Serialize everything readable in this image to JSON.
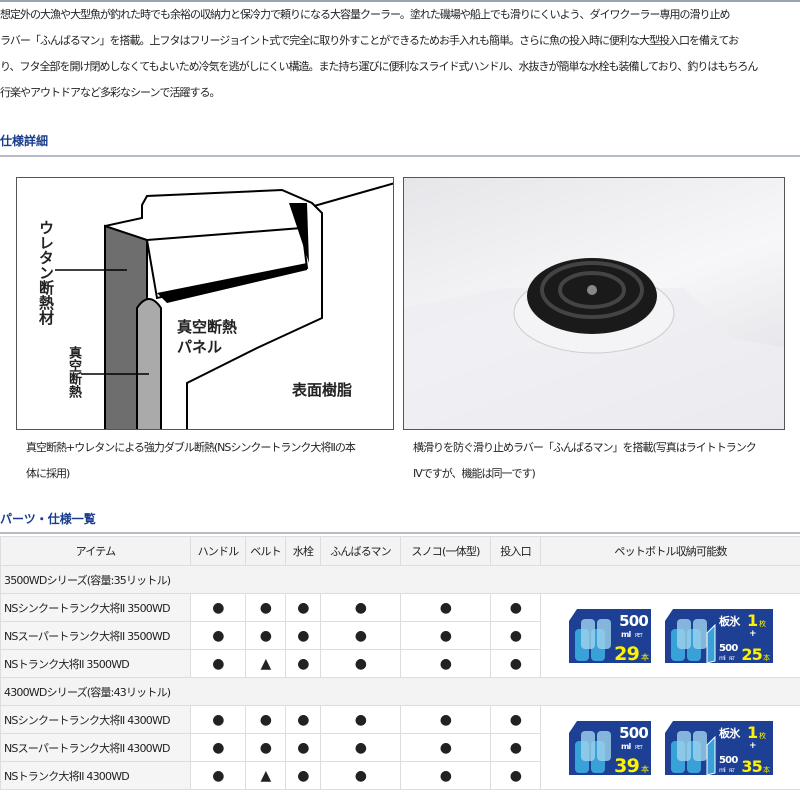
{
  "intro": [
    "想定外の大漁や大型魚が釣れた時でも余裕の収納力と保冷力で頼りになる大容量クーラー。塗れた磯場や船上でも滑りにくいよう、ダイワクーラー専用の滑り止め",
    "ラバー「ふんばるマン」を搭載。上フタはフリージョイント式で完全に取り外すことができるためお手入れも簡単。さらに魚の投入時に便利な大型投入口を備えてお",
    "り、フタ全部を開け閉めしなくてもよいため冷気を逃がしにくい構造。また持ち運びに便利なスライド式ハンドル、水抜きが簡単な水栓も装備しており、釣りはもちろん",
    "行楽やアウトドアなど多彩なシーンで活躍する。"
  ],
  "spec_heading": "仕様詳細",
  "figure_left": {
    "labels": {
      "urethane": "ウレタン断熱材",
      "vacuum": "真空断熱",
      "panel1": "真空断熱",
      "panel2": "パネル",
      "surface": "表面樹脂"
    },
    "caption": [
      "真空断熱+ウレタンによる強力ダブル断熱(NSシンクートランク大将IIの本",
      "体に採用)"
    ]
  },
  "figure_right": {
    "caption": [
      "横滑りを防ぐ滑り止めラバー「ふんばるマン」を搭載(写真はライトトランク",
      "IVですが、機能は同一です)"
    ]
  },
  "parts_heading": "パーツ・仕様一覧",
  "table": {
    "headers": [
      "アイテム",
      "ハンドル",
      "ベルト",
      "水栓",
      "ふんばるマン",
      "スノコ(一体型)",
      "投入口",
      "ペットボトル収納可能数"
    ],
    "groups": [
      {
        "series": "3500WDシリーズ(容量:35リットル)",
        "rows": [
          {
            "name": "NSシンクートランク大将II 3500WD",
            "marks": [
              "●",
              "●",
              "●",
              "●",
              "●",
              "●"
            ]
          },
          {
            "name": "NSスーパートランク大将II 3500WD",
            "marks": [
              "●",
              "●",
              "●",
              "●",
              "●",
              "●"
            ]
          },
          {
            "name": "NSトランク大将II 3500WD",
            "marks": [
              "●",
              "▲",
              "●",
              "●",
              "●",
              "●"
            ]
          }
        ],
        "pet": {
          "size": "500",
          "unit": "ml",
          "pet": "PET",
          "count": "29",
          "hon": "本",
          "ice": "板氷",
          "ice_count": "1",
          "mai": "枚",
          "plus": "+",
          "count2": "25"
        }
      },
      {
        "series": "4300WDシリーズ(容量:43リットル)",
        "rows": [
          {
            "name": "NSシンクートランク大将II 4300WD",
            "marks": [
              "●",
              "●",
              "●",
              "●",
              "●",
              "●"
            ]
          },
          {
            "name": "NSスーパートランク大将II 4300WD",
            "marks": [
              "●",
              "●",
              "●",
              "●",
              "●",
              "●"
            ]
          },
          {
            "name": "NSトランク大将II 4300WD",
            "marks": [
              "●",
              "▲",
              "●",
              "●",
              "●",
              "●"
            ]
          }
        ],
        "pet": {
          "size": "500",
          "unit": "ml",
          "pet": "PET",
          "count": "39",
          "hon": "本",
          "ice": "板氷",
          "ice_count": "1",
          "mai": "枚",
          "plus": "+",
          "count2": "35"
        }
      }
    ]
  },
  "colors": {
    "heading": "#1a3c8c",
    "badge": "#1d3f94",
    "badge_yellow": "#fff200"
  }
}
